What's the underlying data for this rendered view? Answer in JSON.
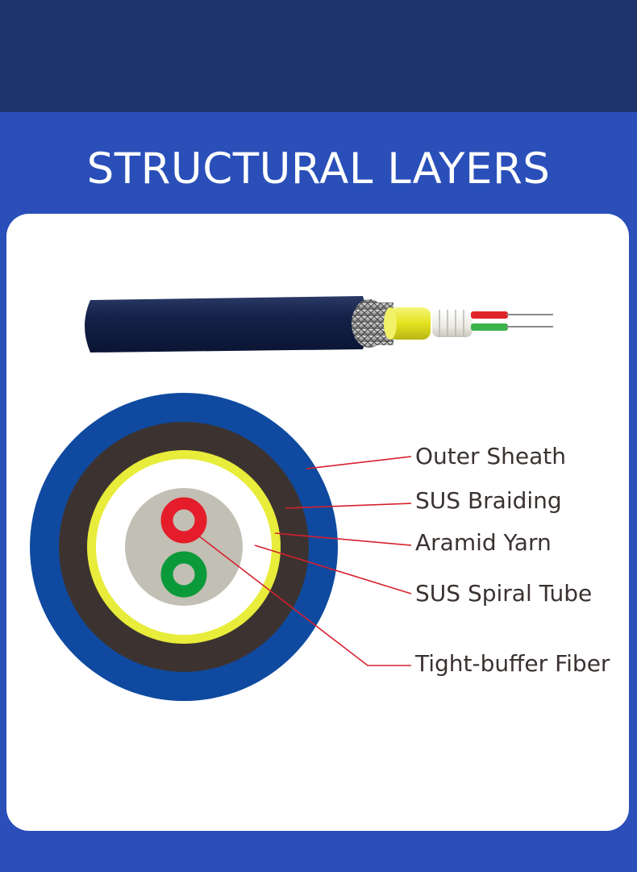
{
  "page": {
    "title": "STRUCTURAL LAYERS"
  },
  "diagram": {
    "labels": [
      {
        "key": "outer_sheath",
        "text": "Outer Sheath"
      },
      {
        "key": "sus_braiding",
        "text": "SUS Braiding"
      },
      {
        "key": "aramid_yarn",
        "text": "Aramid Yarn"
      },
      {
        "key": "sus_spiral_tube",
        "text": "SUS Spiral Tube"
      },
      {
        "key": "tight_buffer_fiber",
        "text": "Tight-buffer Fiber"
      }
    ],
    "colors": {
      "background": "#2a4fb9",
      "top_band": "#1f346c",
      "outer_sheath": "#0f4aa0",
      "braiding": "#3c3331",
      "aramid_yarn": "#e8ec3a",
      "spiral_tube": "#ffffff",
      "fiber_bundle": "#c2bfb4",
      "fiber_red": "#e51d2a",
      "fiber_green": "#0b9a3a",
      "leader_line": "#d6202e"
    }
  }
}
